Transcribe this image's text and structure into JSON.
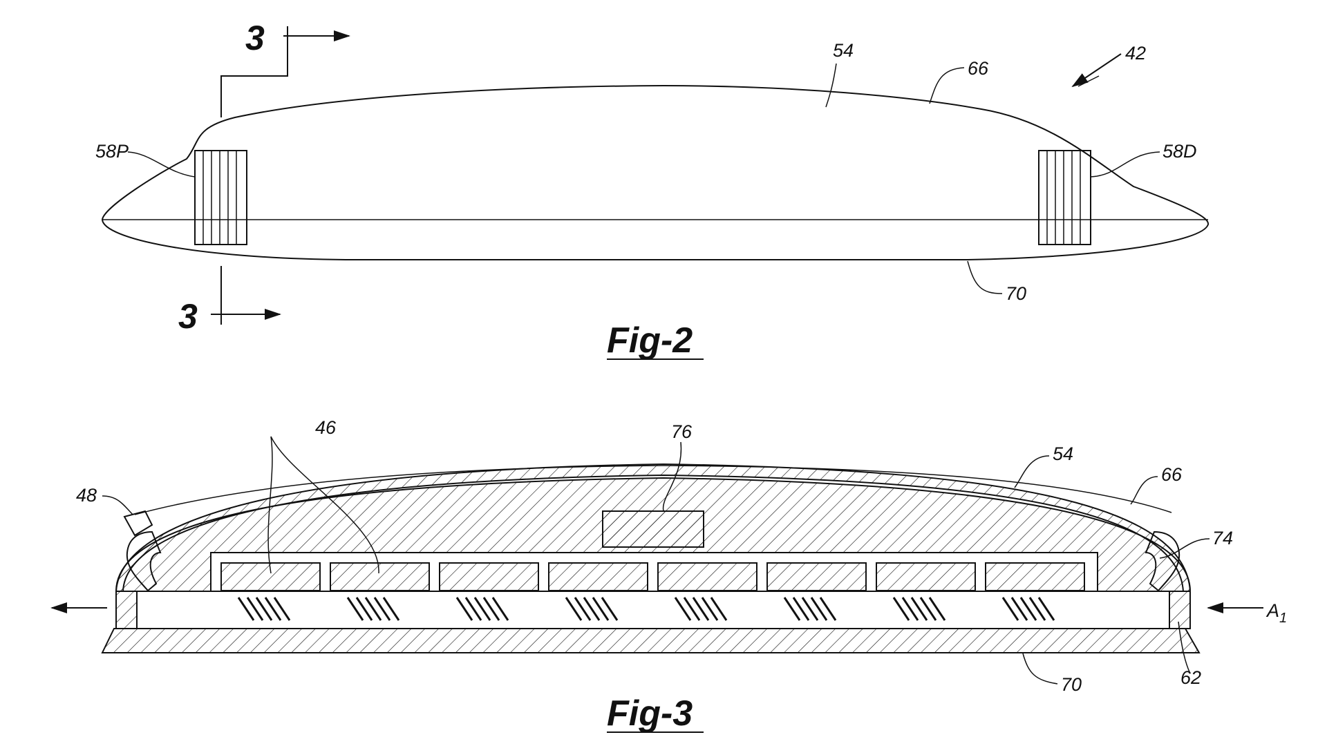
{
  "fig2": {
    "label": "Fig-2",
    "section_marker_top": "3",
    "section_marker_bottom": "3",
    "refs": {
      "r54": "54",
      "r66": "66",
      "r42": "42",
      "r58P": "58P",
      "r58D": "58D",
      "r70": "70"
    }
  },
  "fig3": {
    "label": "Fig-3",
    "refs": {
      "r46": "46",
      "r76": "76",
      "r54": "54",
      "r66": "66",
      "r48": "48",
      "r74": "74",
      "rA1": "A",
      "rA1_sub": "1",
      "r70": "70",
      "r62": "62"
    },
    "cell_count": 8
  },
  "colors": {
    "ink": "#111111",
    "paper": "#ffffff"
  }
}
